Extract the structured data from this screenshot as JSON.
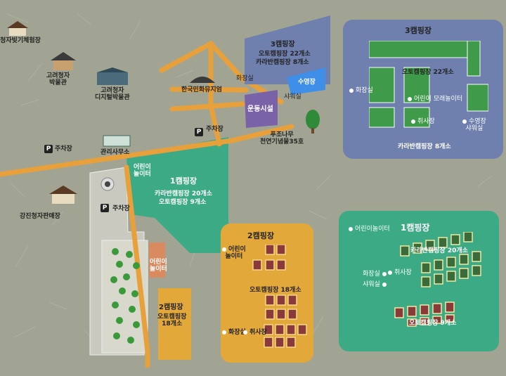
{
  "map_title": "",
  "colors": {
    "background": "#a2a493",
    "road": "#e8a03a",
    "camp1": "#3daa86",
    "camp2": "#e2a83a",
    "camp3": "#6f7fae",
    "facility": "#7a62a8",
    "pool": "#3f8ee8",
    "kids2": "#d98a5f"
  },
  "places": {
    "cheongjagama": "청자빚기체험장",
    "goryeo_museum": "고려청자\n박물관",
    "digital_museum": "고려청자\n디지털박물관",
    "gangjin_shop": "강진청자판매장",
    "admin_office": "관리사무소",
    "parking_left": "주차장",
    "parking_center": "주차장",
    "parking_top": "주차장",
    "korean_museum": "한국민화뮤지엄",
    "toilet_top": "화장실",
    "shower_top": "샤워실",
    "pool": "수영장",
    "sports": "운동시설",
    "tree_note": "푸조나무\n천연기념물35호"
  },
  "camp3_label": {
    "title": "3캠핑장",
    "line1": "오토캠핑장 22개소",
    "line2": "카라반캠핑장 8개소"
  },
  "camp1_area": {
    "kids": "어린이\n놀이터",
    "title": "1캠핑장",
    "line1": "카라반캠핑장 20개소",
    "line2": "오토캠핑장 9개소"
  },
  "camp2_area": {
    "title": "2캠핑장",
    "line1": "오토캠핑장\n18개소",
    "kids": "어린이\n놀이터"
  },
  "detail3": {
    "title": "3캠핑장",
    "toilet": "화장실",
    "auto": "오토캠핑장 22개소",
    "kids": "어린이 모래놀이터",
    "kitchen": "취사장",
    "pool_shower": "수영장\n샤워실",
    "caravan": "카라반캠핑장 8개소"
  },
  "detail2": {
    "title": "2캠핑장",
    "kids": "어린이\n놀이터",
    "auto": "오토캠핑장 18개소",
    "toilet": "화장실",
    "kitchen": "취사장"
  },
  "detail1": {
    "title": "1캠핑장",
    "kids": "어린이놀이터",
    "caravan": "카라반캠핑장 20개소",
    "toilet": "화장실",
    "kitchen": "취사장",
    "shower": "샤워실",
    "auto": "오토캠핑장 9개소"
  }
}
